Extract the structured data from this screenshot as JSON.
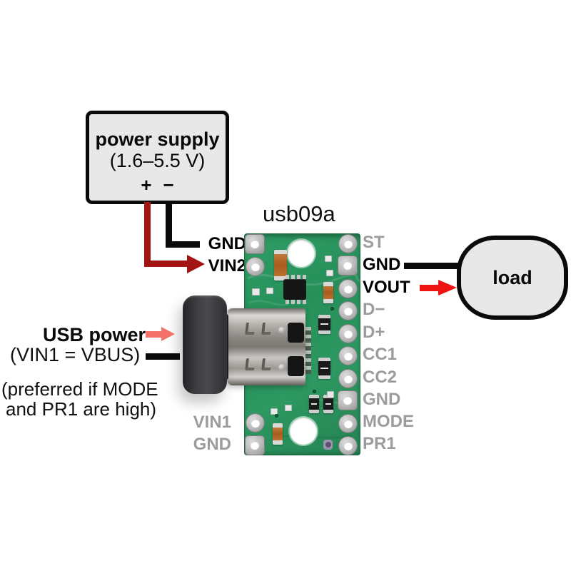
{
  "title": "usb09a",
  "power_supply": {
    "name": "power supply",
    "range": "(1.6–5.5 V)",
    "plus": "+",
    "minus": "−"
  },
  "usb_power": {
    "label": "USB power",
    "sublabel": "(VIN1 = VBUS)",
    "note_line1": "(preferred if MODE",
    "note_line2": "and PR1 are high)"
  },
  "load": {
    "label": "load"
  },
  "pins": {
    "left_top": [
      {
        "label": "GND",
        "pad": "square",
        "color": "black"
      },
      {
        "label": "VIN2",
        "pad": "round",
        "color": "black"
      }
    ],
    "left_bottom": [
      {
        "label": "VIN1",
        "pad": "round",
        "color": "gray"
      },
      {
        "label": "GND",
        "pad": "square",
        "color": "gray"
      }
    ],
    "right": [
      {
        "label": "ST",
        "pad": "round",
        "color": "gray"
      },
      {
        "label": "GND",
        "pad": "square",
        "color": "black"
      },
      {
        "label": "VOUT",
        "pad": "round",
        "color": "black"
      },
      {
        "label": "D−",
        "pad": "round",
        "color": "gray"
      },
      {
        "label": "D+",
        "pad": "round",
        "color": "gray"
      },
      {
        "label": "CC1",
        "pad": "round",
        "color": "gray"
      },
      {
        "label": "CC2",
        "pad": "round",
        "color": "gray"
      },
      {
        "label": "GND",
        "pad": "square",
        "color": "gray"
      },
      {
        "label": "MODE",
        "pad": "round",
        "color": "gray"
      },
      {
        "label": "PR1",
        "pad": "round",
        "color": "gray"
      }
    ]
  },
  "colors": {
    "pcb_green": "#2c9660",
    "wire_black": "#0a0a0a",
    "wire_dark_red": "#a31414",
    "arrow_bright_red": "#ee1212",
    "arrow_salmon": "#f4716a",
    "box_fill": "#e8e8e8",
    "pin_gray": "#9c9c9c"
  }
}
